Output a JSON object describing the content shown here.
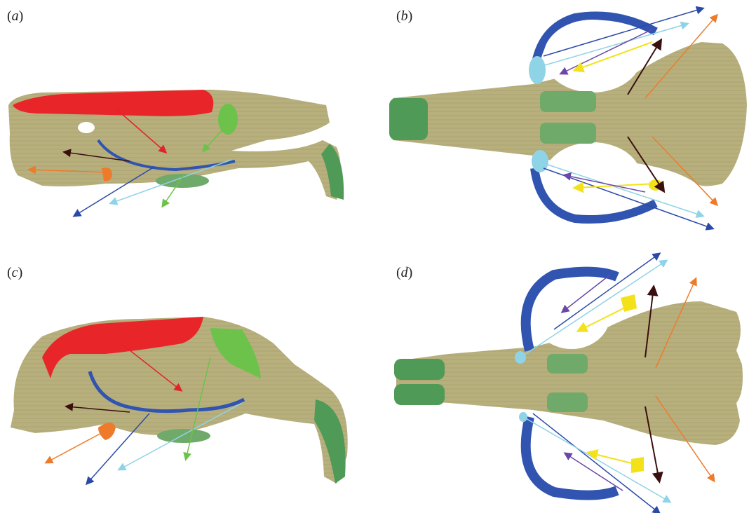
{
  "panels": [
    {
      "id": "a",
      "label": "a",
      "view": "lateral"
    },
    {
      "id": "b",
      "label": "b",
      "view": "ventral"
    },
    {
      "id": "c",
      "label": "c",
      "view": "lateral"
    },
    {
      "id": "d",
      "label": "d",
      "view": "ventral"
    }
  ],
  "colors": {
    "bone": "#b7b07d",
    "temporalis": "#e8262a",
    "zygomatic_arch": "#3154b0",
    "molars": "#6faa6a",
    "incisors": "#4f9a57",
    "muscle_green": "#6cc24a",
    "light_blue": "#8fd3e6",
    "dark_blue": "#2b4aa8",
    "purple": "#6b48a8",
    "yellow": "#f3e21a",
    "dark_brown": "#3a0f0f",
    "orange": "#ee7b2c",
    "red_arrow": "#e0242a"
  }
}
